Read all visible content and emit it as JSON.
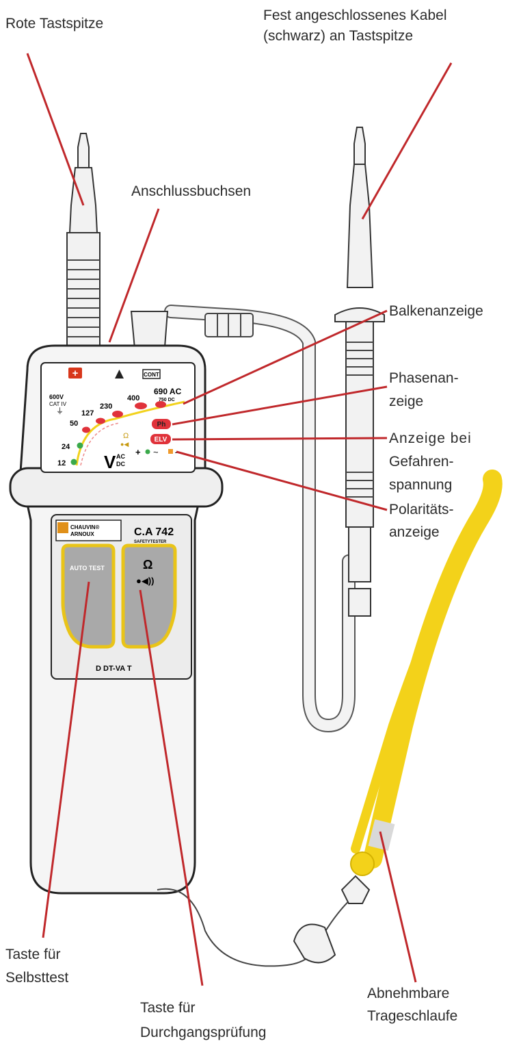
{
  "labels": {
    "red_probe": "Rote Tastspitze",
    "cable_line1": "Fest angeschlossenes Kabel",
    "cable_line2": "(schwarz) an Tastspitze",
    "sockets": "Anschlussbuchsen",
    "bar_display": "Balkenanzeige",
    "phase_line1": "Phasenan-",
    "phase_line2": "zeige",
    "danger_line1": "Anzeige bei",
    "danger_line2": "Gefahren-",
    "danger_line3": "spannung",
    "polarity_line1": "Polaritäts-",
    "polarity_line2": "anzeige",
    "selftest_line1": "Taste für",
    "selftest_line2": "Selbsttest",
    "continuity_line1": "Taste für",
    "continuity_line2": "Durchgangsprüfung",
    "strap_line1": "Abnehmbare",
    "strap_line2": "Trageschlaufe"
  },
  "device": {
    "cont_label": "CONT",
    "rating_line1": "600V",
    "rating_line2": "CAT IV",
    "v_12": "12",
    "v_24": "24",
    "v_50": "50",
    "v_127": "127",
    "v_230": "230",
    "v_400": "400",
    "v_690": "690 AC",
    "v_750": "750 DC",
    "ph": "Ph",
    "elv": "ELV",
    "v_symbol": "V",
    "ac": "AC",
    "dc": "DC",
    "brand_line1": "CHAUVIN®",
    "brand_line2": "ARNOUX",
    "model": "C.A 742",
    "model_sub": "SAFETYTESTER",
    "auto_test": "AUTO TEST",
    "ohm": "Ω",
    "standard": "D DT-VA T"
  },
  "colors": {
    "leader": "#c0282b",
    "led_red": "#e0323a",
    "led_green": "#3aa94a",
    "strap": "#f3d21a",
    "button": "#a9a9a9",
    "button_border": "#e9c418",
    "body": "#f4f4f4"
  }
}
